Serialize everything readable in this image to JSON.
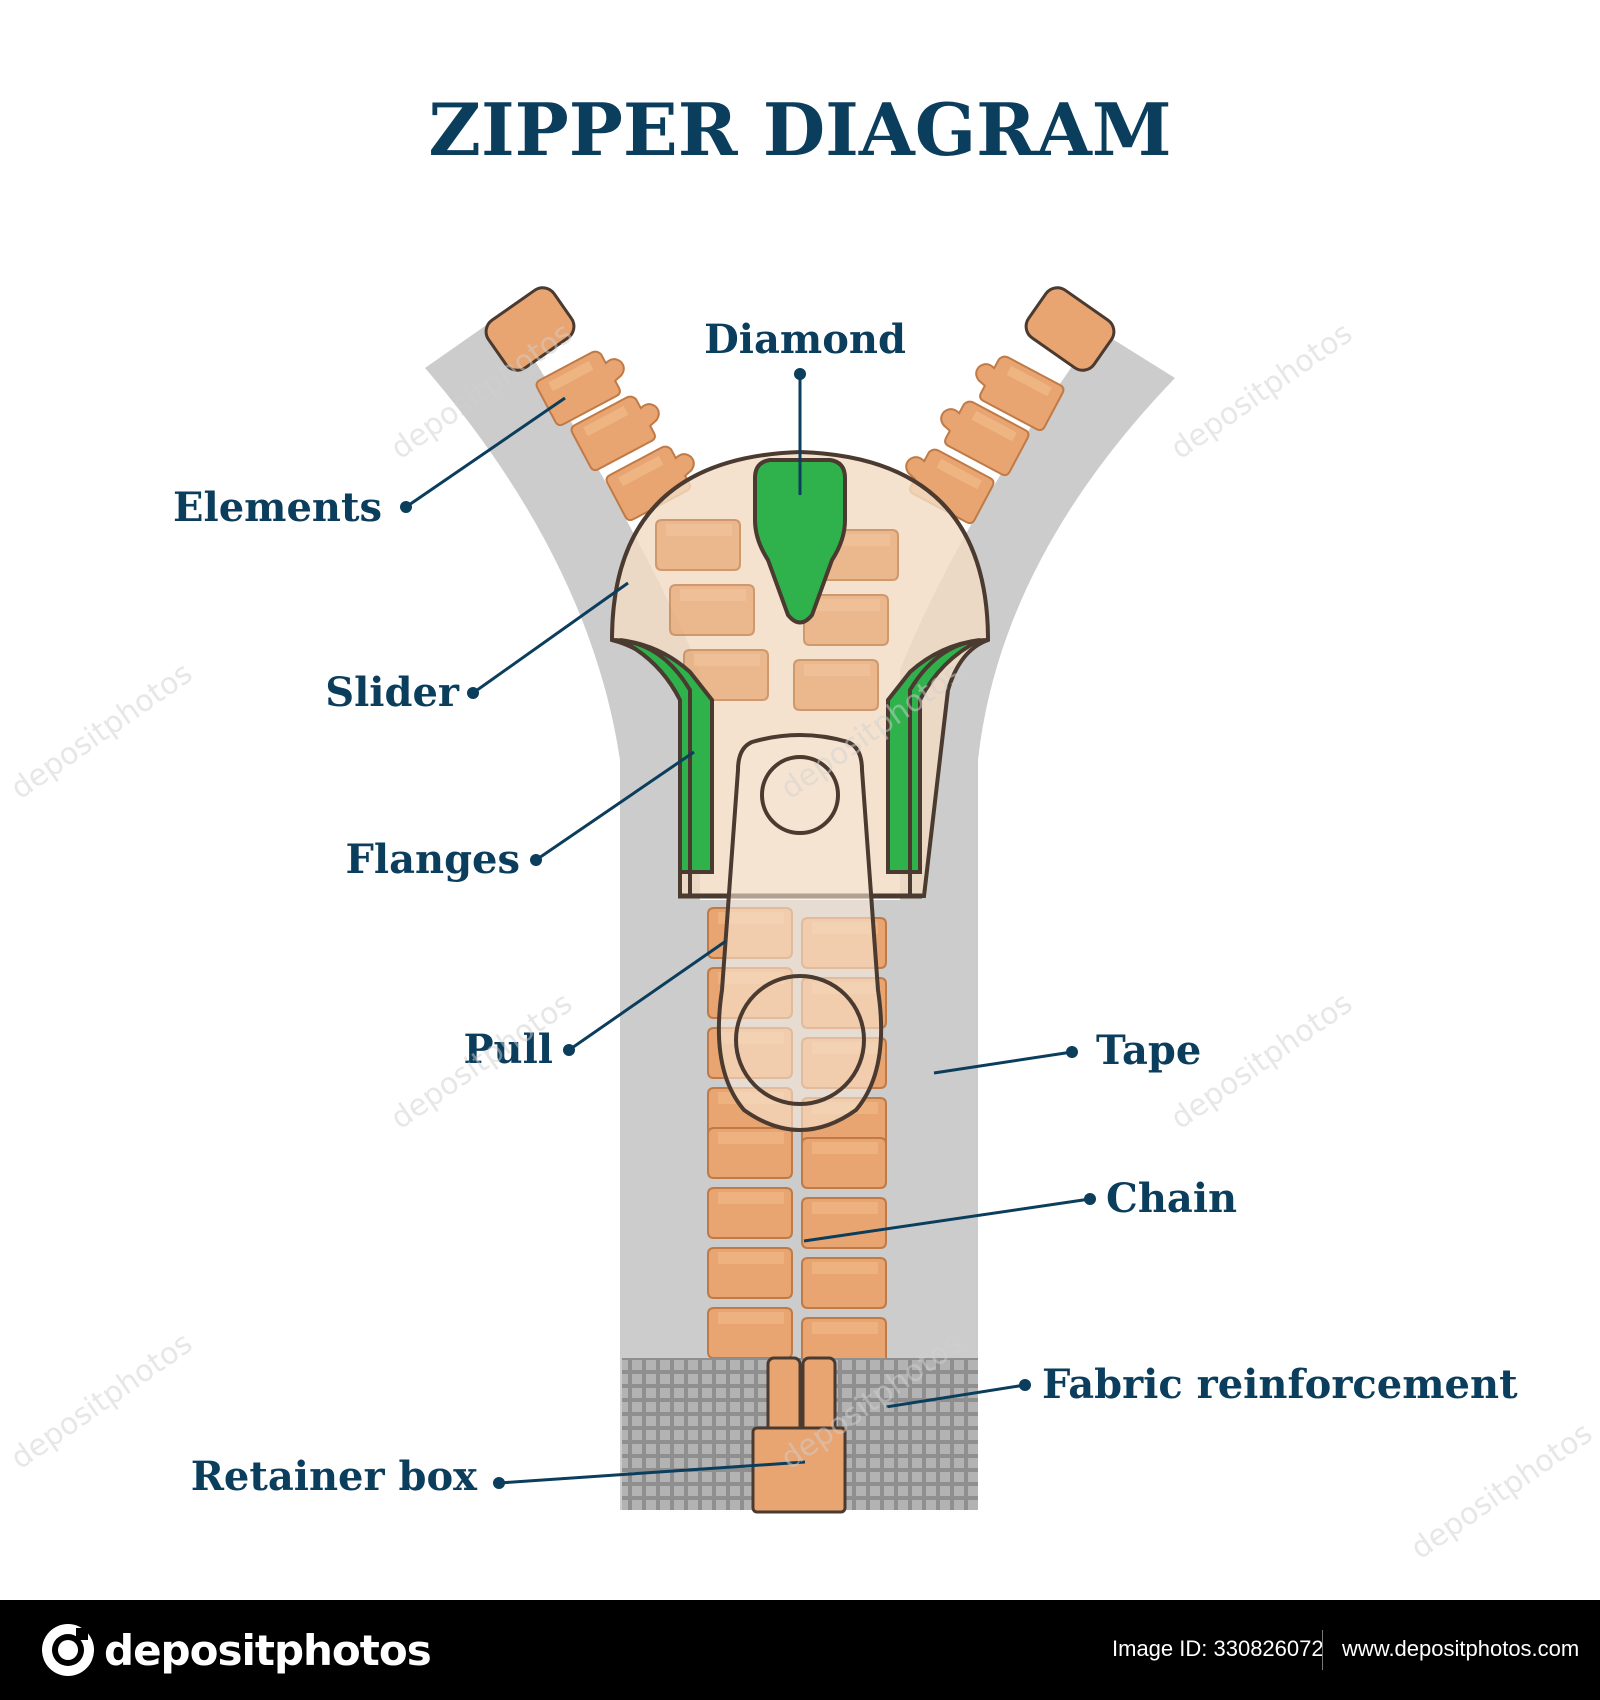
{
  "title": "ZIPPER DIAGRAM",
  "labels": {
    "diamond": "Diamond",
    "elements": "Elements",
    "slider": "Slider",
    "flanges": "Flanges",
    "pull": "Pull",
    "tape": "Tape",
    "chain": "Chain",
    "fabric_reinforcement": "Fabric reinforcement",
    "retainer_box": "Retainer box"
  },
  "watermark": "depositphotos",
  "footer": {
    "brand": "depositphotos",
    "image_id": "Image ID: 330826072",
    "url": "www.depositphotos.com"
  },
  "colors": {
    "title": "#0b3d5c",
    "label": "#0b3d5c",
    "tape": "#cccccc",
    "teeth": "#e8a572",
    "teeth_outline": "#c07a45",
    "flange_green": "#2fb24c",
    "slider_fill": "#f2dcc4",
    "reinforcement": "#999999",
    "footer_bg": "#000000"
  },
  "icons": [
    "camera-icon",
    "depositphotos-logo-icon"
  ]
}
